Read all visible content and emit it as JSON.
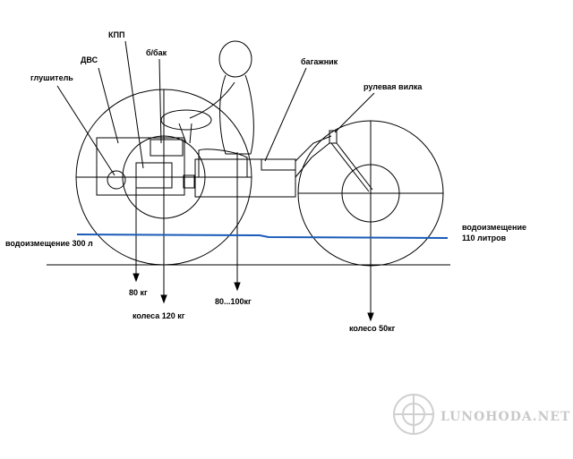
{
  "labels": {
    "kpp": "КПП",
    "dvs": "ДВС",
    "tank": "б/бак",
    "muffler": "глушитель",
    "trunk": "багажник",
    "steering_fork": "рулевая вилка",
    "displacement_rear": "водоизмещение  300 л",
    "displacement_front_1": "водоизмещение",
    "displacement_front_2": "110 литров",
    "weight_80": "80 кг",
    "weight_wheels": "колеса 120 кг",
    "weight_rider": "80...100кг",
    "weight_front_wheel": "колесо 50кг"
  },
  "watermark": "LUNOHODA.NET",
  "colors": {
    "waterline": "#1a5bb8",
    "line": "#000000",
    "watermark": "#c9c9c9"
  }
}
